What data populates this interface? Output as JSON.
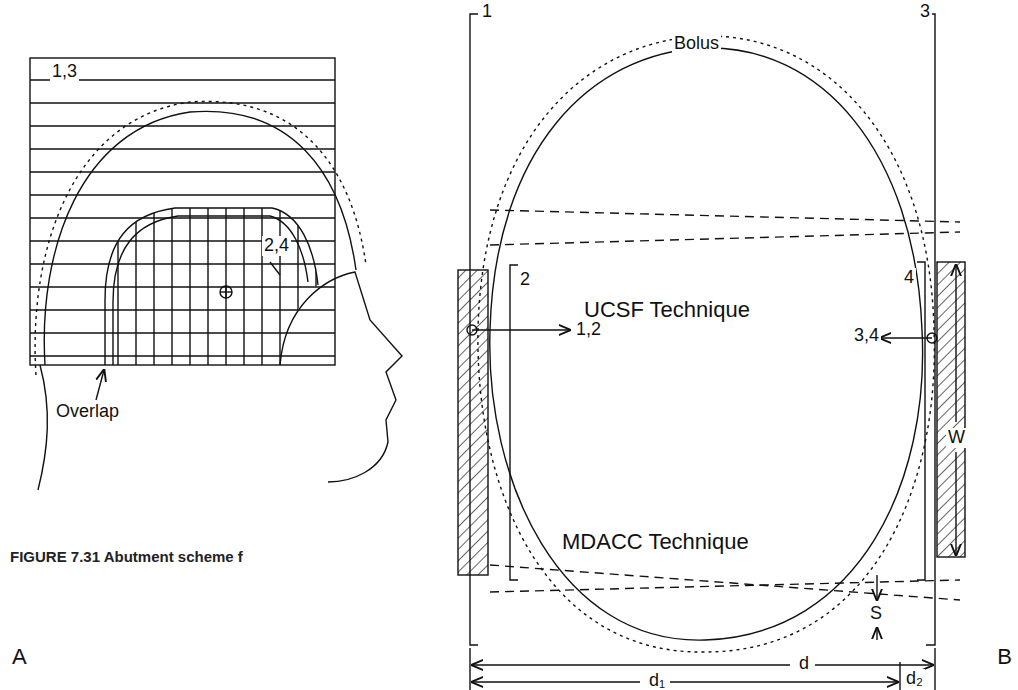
{
  "diagram": {
    "caption": "FIGURE 7.31 Abutment scheme f",
    "labels": [
      "1,3",
      "2,4",
      "Overlap",
      "A",
      "1",
      "Bolus",
      "3",
      "2",
      "4",
      "UCSF Technique",
      "1,2",
      "3,4",
      "W",
      "MDACC Technique",
      "S",
      "d",
      "d₁",
      "d₂",
      "B"
    ]
  }
}
